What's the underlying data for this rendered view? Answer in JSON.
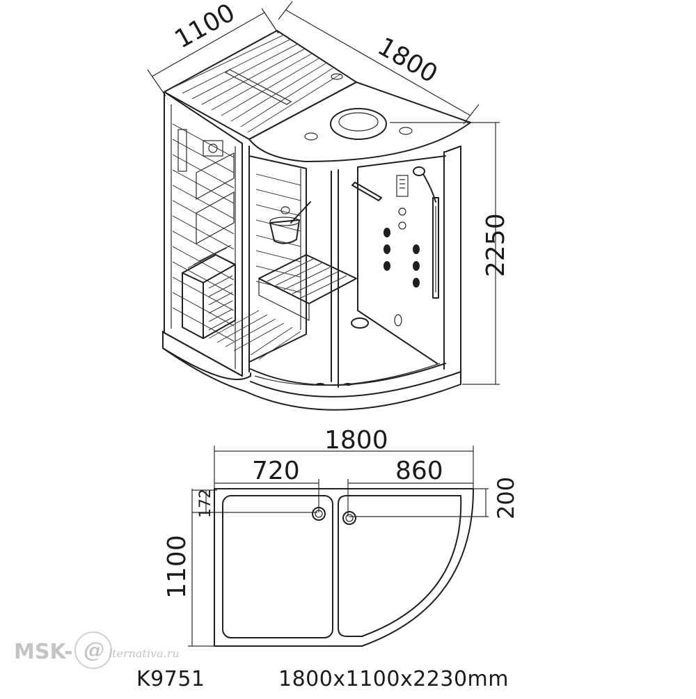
{
  "iso_view": {
    "dims": {
      "depth": "1100",
      "width": "1800",
      "height": "2250"
    }
  },
  "plan_view": {
    "dims": {
      "total_width": "1800",
      "left_section": "720",
      "right_section": "860",
      "depth": "1100",
      "left_drain_offset": "172",
      "right_drain_offset": "200"
    }
  },
  "caption": {
    "model": "K9751",
    "size": "1800x1100x2230mm"
  },
  "watermark": {
    "prefix": "MSK-",
    "at": "@",
    "suffix": "lternativa.ru"
  }
}
